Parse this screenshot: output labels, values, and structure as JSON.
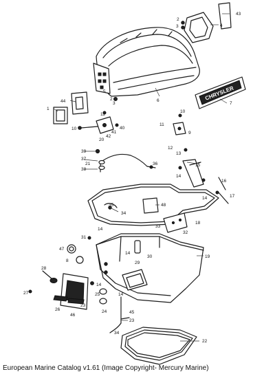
{
  "caption": "European Marine Catalog v1.61 (Image Copyright- Mercury Marine)",
  "brand_label": "CHRYSLER",
  "callouts": [
    {
      "id": "c1",
      "text": "1"
    },
    {
      "id": "c2",
      "text": "2"
    },
    {
      "id": "c3",
      "text": "3"
    },
    {
      "id": "c4",
      "text": "4"
    },
    {
      "id": "c5",
      "text": "5"
    },
    {
      "id": "c6",
      "text": "6"
    },
    {
      "id": "c7",
      "text": "7"
    },
    {
      "id": "c8",
      "text": "8"
    },
    {
      "id": "c9",
      "text": "9"
    },
    {
      "id": "c10",
      "text": "10"
    },
    {
      "id": "c11",
      "text": "11"
    },
    {
      "id": "c12",
      "text": "12"
    },
    {
      "id": "c13",
      "text": "13"
    },
    {
      "id": "c14",
      "text": "14"
    },
    {
      "id": "c15",
      "text": "15"
    },
    {
      "id": "c16",
      "text": "16"
    },
    {
      "id": "c17",
      "text": "17"
    },
    {
      "id": "c18",
      "text": "18"
    },
    {
      "id": "c19",
      "text": "19"
    },
    {
      "id": "c20",
      "text": "20"
    },
    {
      "id": "c21",
      "text": "21"
    },
    {
      "id": "c22",
      "text": "22"
    },
    {
      "id": "c23",
      "text": "23"
    },
    {
      "id": "c24",
      "text": "24"
    },
    {
      "id": "c25",
      "text": "25"
    },
    {
      "id": "c26",
      "text": "26"
    },
    {
      "id": "c27",
      "text": "27"
    },
    {
      "id": "c28",
      "text": "28"
    },
    {
      "id": "c29",
      "text": "29"
    },
    {
      "id": "c30",
      "text": "30"
    },
    {
      "id": "c31",
      "text": "31"
    },
    {
      "id": "c32",
      "text": "32"
    },
    {
      "id": "c33",
      "text": "33"
    },
    {
      "id": "c34",
      "text": "34"
    },
    {
      "id": "c35",
      "text": "35"
    },
    {
      "id": "c36",
      "text": "36"
    },
    {
      "id": "c37",
      "text": "37"
    },
    {
      "id": "c38",
      "text": "38"
    },
    {
      "id": "c39",
      "text": "39"
    },
    {
      "id": "c40",
      "text": "40"
    },
    {
      "id": "c41",
      "text": "41"
    },
    {
      "id": "c42",
      "text": "42"
    },
    {
      "id": "c43",
      "text": "43"
    },
    {
      "id": "c44",
      "text": "44"
    },
    {
      "id": "c45",
      "text": "45"
    },
    {
      "id": "c46",
      "text": "46"
    },
    {
      "id": "c47",
      "text": "47"
    },
    {
      "id": "c48",
      "text": "48"
    }
  ]
}
